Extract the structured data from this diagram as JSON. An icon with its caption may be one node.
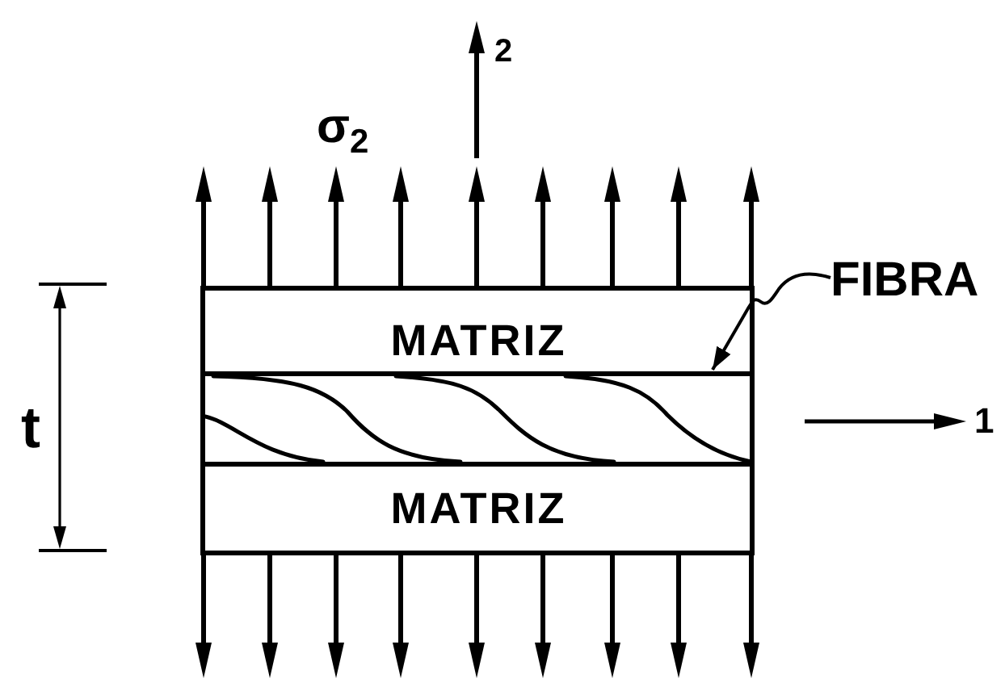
{
  "diagram": {
    "nodes": [
      {
        "text": [
          "FIBRA"
        ]
      },
      {
        "text": [
          "MATRIZ"
        ]
      },
      {
        "text": [],
        "shape": "box"
      },
      {
        "text": [
          "MATRIZ"
        ]
      }
    ],
    "edges": [
      {
        "from": 0,
        "to": 2,
        "arrow": "to"
      }
    ],
    "labels": [
      "2",
      "σ$_{2}$",
      "t",
      "1"
    ]
  }
}
